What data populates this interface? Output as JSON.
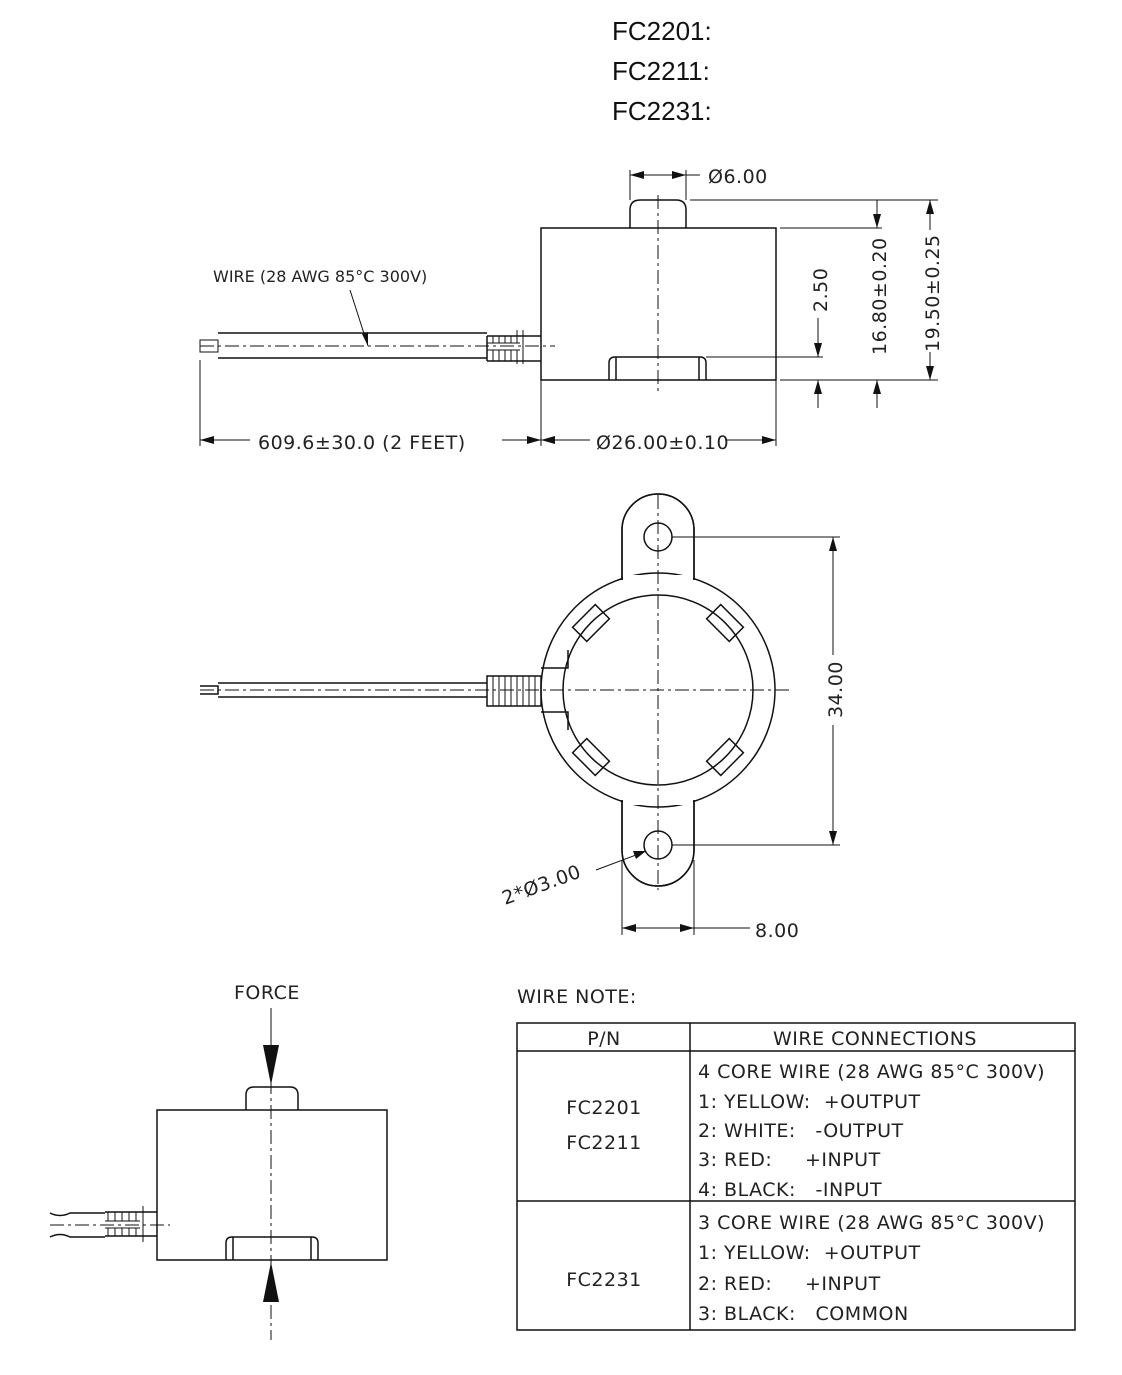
{
  "titles": [
    "FC2201:",
    "FC2211:",
    "FC2231:"
  ],
  "side_view": {
    "wire_label": "WIRE (28 AWG 85°C 300V)",
    "dim_boss": "Ø6.00",
    "dim_recess": "2.50",
    "dim_body_height": "16.80±0.20",
    "dim_total_height": "19.50±0.25",
    "dim_wire_length": "609.6±30.0 (2 FEET)",
    "dim_diameter": "Ø26.00±0.10"
  },
  "top_view": {
    "dim_hole_spacing": "34.00",
    "dim_ear_width": "8.00",
    "dim_holes": "2*Ø3.00"
  },
  "force_view": {
    "label": "FORCE"
  },
  "wire_note": {
    "title": "WIRE NOTE:",
    "headers": [
      "P/N",
      "WIRE CONNECTIONS"
    ],
    "rows": [
      {
        "part_numbers": [
          "FC2201",
          "FC2211"
        ],
        "lines": [
          "4 CORE WIRE (28 AWG 85°C 300V)",
          "1: YELLOW:  +OUTPUT",
          "2: WHITE:   -OUTPUT",
          "3: RED:     +INPUT",
          "4: BLACK:   -INPUT"
        ]
      },
      {
        "part_numbers": [
          "FC2231"
        ],
        "lines": [
          "3 CORE WIRE (28 AWG 85°C 300V)",
          "1: YELLOW:  +OUTPUT",
          "2: RED:     +INPUT",
          "3: BLACK:   COMMON"
        ]
      }
    ]
  }
}
